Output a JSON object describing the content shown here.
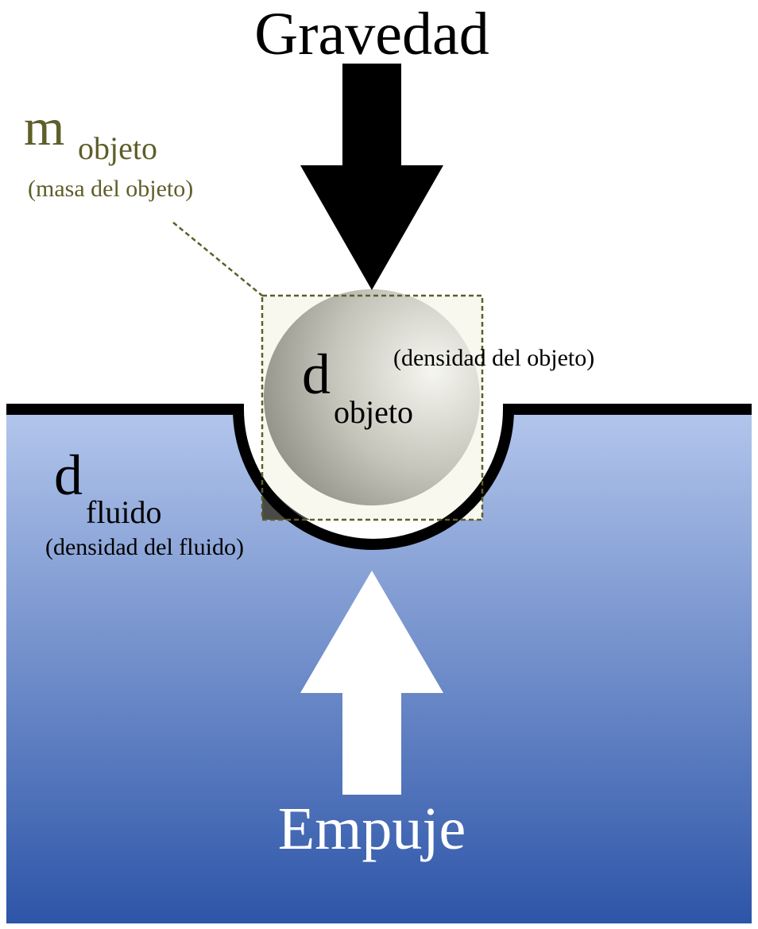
{
  "title": "Gravedad",
  "mass": {
    "symbol": "m",
    "subscript": "objeto",
    "description": "(masa del objeto)"
  },
  "object_density": {
    "symbol": "d",
    "subscript": "objeto",
    "description": "(densidad del objeto)"
  },
  "fluid_density": {
    "symbol": "d",
    "subscript": "fluido",
    "description": "(densidad del fluido)"
  },
  "buoyancy_label": "Empuje",
  "colors": {
    "fluid_top": "#b3c6ec",
    "fluid_bottom": "#2d55a8",
    "mass_label": "#5e5e2a",
    "sphere_light": "#f4f4ee",
    "sphere_dark": "#8e8e84",
    "box_fill": "#f8f8ef",
    "surface_line": "#000000",
    "gravity_arrow": "#000000",
    "buoyancy_arrow": "#ffffff"
  },
  "icons": {
    "gravity_arrow": "arrow-down-icon",
    "buoyancy_arrow": "arrow-up-icon"
  }
}
